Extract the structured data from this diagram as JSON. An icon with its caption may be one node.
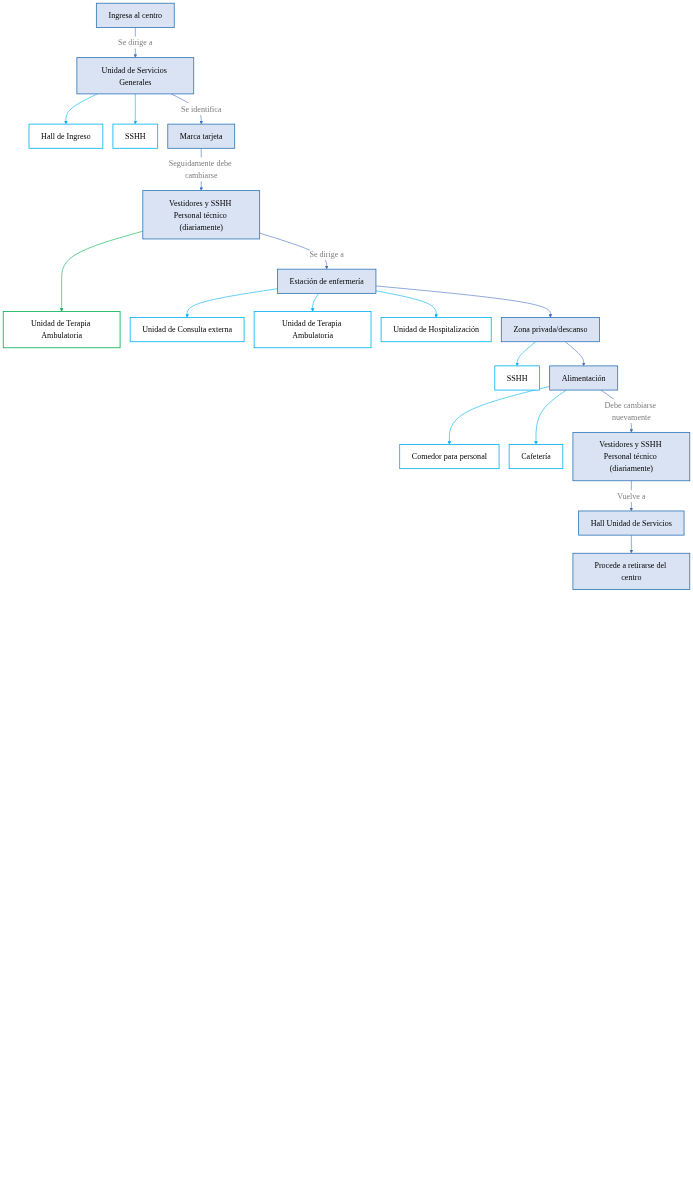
{
  "diagram": {
    "nodes": [
      {
        "text": [
          "Ingresa al centro"
        ]
      },
      {
        "text": [
          "Unidad de Servicios Generales"
        ]
      },
      {
        "text": [
          "Hall de Ingreso"
        ]
      },
      {
        "text": [
          "SSHH"
        ]
      },
      {
        "text": [
          "Marca tarjeta"
        ]
      },
      {
        "text": [
          "Vestidores y SSHH Personal técnico (diariamente)"
        ]
      },
      {
        "text": [
          "Unidad de Terapia Ambulatoria"
        ]
      },
      {
        "text": [
          "Estación de enfermería"
        ]
      },
      {
        "text": [
          "Unidad de Consulta externa"
        ]
      },
      {
        "text": [
          "Unidad de Terapia Ambulatoria"
        ]
      },
      {
        "text": [
          "Unidad de Hospitalización"
        ]
      },
      {
        "text": [
          "Zona privada/descanso"
        ]
      },
      {
        "text": [
          "SSHH"
        ]
      },
      {
        "text": [
          "Alimentación"
        ]
      },
      {
        "text": [
          "Comedor para personal"
        ]
      },
      {
        "text": [
          "Cafetería"
        ]
      },
      {
        "text": [
          "Vestidores y SSHH Personal técnico (diariamente)"
        ]
      },
      {
        "text": [
          "Hall Unidad de Servicios"
        ]
      },
      {
        "text": [
          "Procede a retirarse del centro"
        ]
      }
    ],
    "edges": [
      {
        "from": 0,
        "to": 1,
        "arrow": "to",
        "label": "Se dirige a"
      },
      {
        "from": 1,
        "to": 2,
        "arrow": "to",
        "color": "#00b0f0"
      },
      {
        "from": 1,
        "to": 3,
        "arrow": "to",
        "color": "#00b0f0"
      },
      {
        "from": 1,
        "to": 4,
        "arrow": "to",
        "label": "Se identifica"
      },
      {
        "from": 4,
        "to": 5,
        "arrow": "to",
        "label": "Seguidamente debe cambiarse"
      },
      {
        "from": 5,
        "to": 6,
        "arrow": "to",
        "color": "#00b050"
      },
      {
        "from": 5,
        "to": 7,
        "arrow": "to",
        "label": "Se dirige a"
      },
      {
        "from": 7,
        "to": 8,
        "arrow": "to",
        "color": "#00b0f0"
      },
      {
        "from": 7,
        "to": 9,
        "arrow": "to",
        "color": "#00b0f0"
      },
      {
        "from": 7,
        "to": 10,
        "arrow": "to",
        "color": "#00b0f0"
      },
      {
        "from": 7,
        "to": 11,
        "arrow": "to"
      },
      {
        "from": 11,
        "to": 12,
        "arrow": "to",
        "color": "#00b0f0"
      },
      {
        "from": 11,
        "to": 13,
        "arrow": "to"
      },
      {
        "from": 13,
        "to": 14,
        "arrow": "to",
        "color": "#00b0f0"
      },
      {
        "from": 13,
        "to": 15,
        "arrow": "to",
        "color": "#00b0f0"
      },
      {
        "from": 13,
        "to": 16,
        "arrow": "to",
        "label": "Debe cambiarse nuevamente"
      },
      {
        "from": 16,
        "to": 17,
        "arrow": "to",
        "label": "Vuelve a"
      },
      {
        "from": 17,
        "to": 18,
        "arrow": "to"
      }
    ]
  }
}
